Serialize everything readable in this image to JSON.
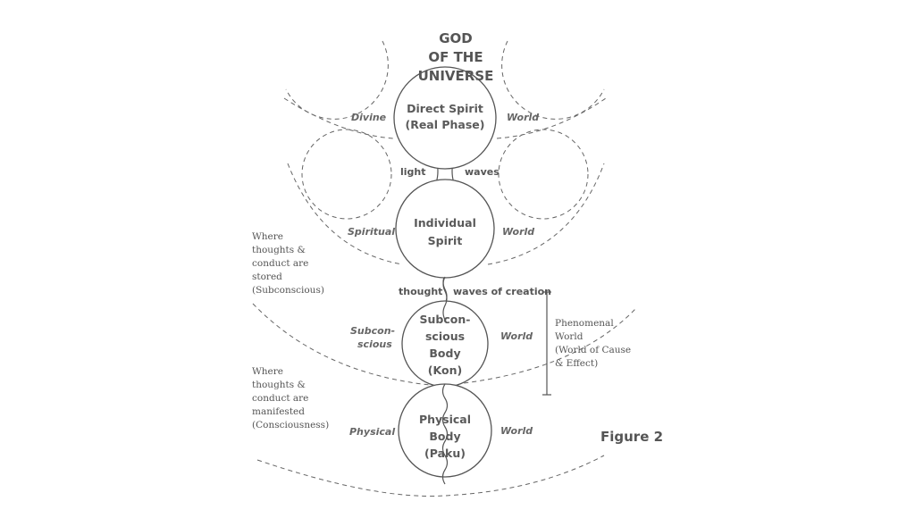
{
  "title": [
    "GOD",
    "OF THE",
    "UNIVERSE"
  ],
  "direct_spirit": [
    "Direct Spirit",
    "(Real Phase)"
  ],
  "individual_spirit": [
    "Individual",
    "Spirit"
  ],
  "subconscious_body": [
    "Subcon-",
    "scious",
    "Body",
    "(Kon)"
  ],
  "physical_body": [
    "Physical",
    "Body",
    "(Paku)"
  ],
  "worlds": {
    "divine": "Divine",
    "world": "World",
    "spiritual": "Spiritual",
    "subconscious": [
      "Subcon-",
      "scious"
    ],
    "physical": "Physical"
  },
  "waves": {
    "light": "light",
    "waves": "waves",
    "thought": "thought",
    "creation": "waves of creation"
  },
  "notes": {
    "stored": [
      "Where",
      "thoughts &",
      "conduct are",
      "stored",
      "(Subconscious)"
    ],
    "manifested": [
      "Where",
      "thoughts &",
      "conduct are",
      "manifested",
      "(Consciousness)"
    ],
    "phenomenal": [
      "Phenomenal",
      "World",
      "(World of Cause",
      "& Effect)"
    ]
  },
  "figure_label": "Figure 2"
}
